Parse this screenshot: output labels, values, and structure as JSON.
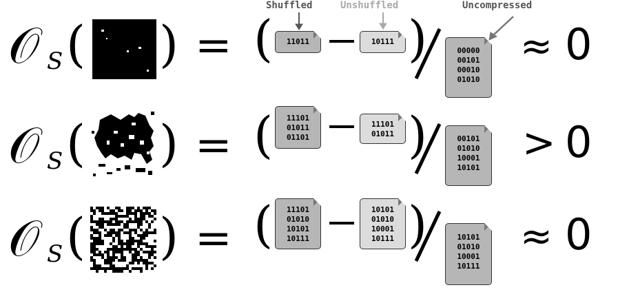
{
  "header": {
    "shuffled_label": "Shuffled",
    "unshuffled_label": "Unshuffled",
    "uncompressed_label": "Uncompressed",
    "shuffled_color": "#555555",
    "unshuffled_color": "#a8a8a8",
    "uncompressed_color": "#555555"
  },
  "operator_symbol": "𝒪",
  "operator_subscript": "S",
  "open_paren": "(",
  "close_paren": ")",
  "equals": "=",
  "minus": "−",
  "rows": [
    {
      "pattern": "sparse",
      "shuffled": [
        "11011"
      ],
      "unshuffled": [
        "10111"
      ],
      "uncompressed": [
        "00000",
        "00101",
        "00010",
        "01010"
      ],
      "relation": "≈",
      "result": "0"
    },
    {
      "pattern": "structured",
      "shuffled": [
        "11101",
        "01011",
        "01101"
      ],
      "unshuffled": [
        "11101",
        "01011"
      ],
      "uncompressed": [
        "00101",
        "01010",
        "10001",
        "10101"
      ],
      "relation": ">",
      "result": "0"
    },
    {
      "pattern": "random",
      "shuffled": [
        "11101",
        "01010",
        "10101",
        "10111"
      ],
      "unshuffled": [
        "10101",
        "01010",
        "10001",
        "10111"
      ],
      "uncompressed": [
        "10101",
        "01010",
        "10001",
        "10111"
      ],
      "relation": "≈",
      "result": "0"
    }
  ]
}
